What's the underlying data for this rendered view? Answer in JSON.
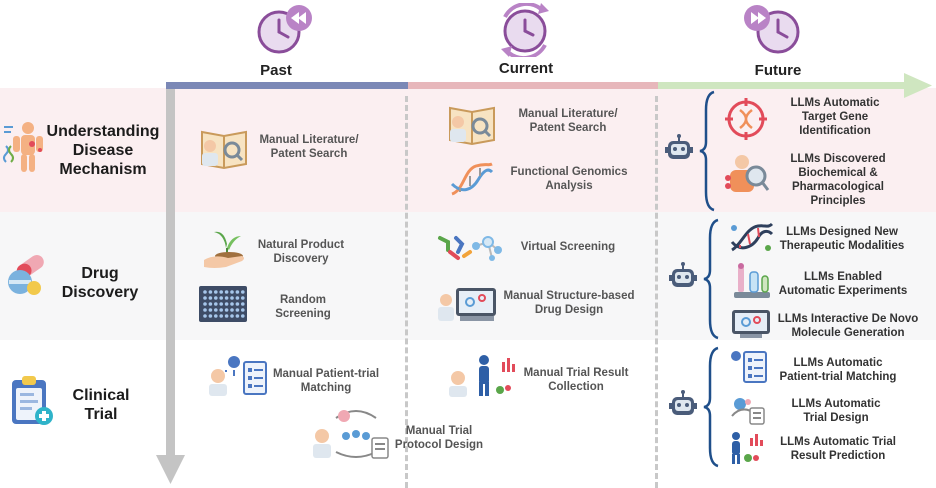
{
  "eras": {
    "past": "Past",
    "current": "Current",
    "future": "Future"
  },
  "rows": {
    "disease": "Understanding Disease Mechanism",
    "drug": "Drug Discovery",
    "clinical": "Clinical Trial"
  },
  "past": {
    "lit": "Manual Literature/ Patent Search",
    "natural": "Natural Product Discovery",
    "random": "Random Screening",
    "matching": "Manual  Patient-trial Matching",
    "protocol": "Manual Trial Protocol Design"
  },
  "current": {
    "lit": "Manual Literature/ Patent Search",
    "genomics": "Functional Genomics Analysis",
    "virtual": "Virtual Screening",
    "structure": "Manual Structure-based Drug Design",
    "result": "Manual Trial Result Collection"
  },
  "future": {
    "target": "LLMs Automatic Target Gene Identification",
    "principles": "LLMs Discovered Biochemical & Pharmacological Principles",
    "modalities": "LLMs Designed New Therapeutic Modalities",
    "experiments": "LLMs Enabled Automatic Experiments",
    "denovo": "LLMs Interactive De Novo Molecule Generation",
    "matching": "LLMs Automatic Patient-trial Matching",
    "design": "LLMs Automatic Trial Design",
    "prediction": "LLMs Automatic Trial Result Prediction"
  },
  "colors": {
    "past": "#7b88b6",
    "current": "#e7b7bb",
    "future": "#cfe6c0",
    "clock": "#8a4d9a",
    "robot": "#4a5c7a",
    "brace": "#1f4f8a"
  }
}
